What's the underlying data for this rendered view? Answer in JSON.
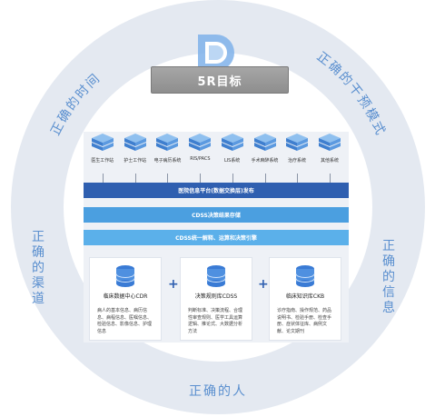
{
  "target": {
    "label": "5R目标",
    "logo_letter": "D"
  },
  "ring": {
    "top_left": "正确的时间",
    "top_right": "正确的干预模式",
    "left": "正确的渠道",
    "right": "正确的信息",
    "bottom": "正确的人"
  },
  "systems": [
    {
      "label": "医生工作站",
      "icon": "server-stack-icon"
    },
    {
      "label": "护士工作站",
      "icon": "server-stack-icon"
    },
    {
      "label": "电子病历系统",
      "icon": "server-stack-icon"
    },
    {
      "label": "RIS/PACS",
      "icon": "server-stack-icon"
    },
    {
      "label": "LIS系统",
      "icon": "server-stack-icon"
    },
    {
      "label": "手术麻醉系统",
      "icon": "server-stack-icon"
    },
    {
      "label": "治疗系统",
      "icon": "server-stack-icon"
    },
    {
      "label": "其他系统",
      "icon": "server-stack-icon"
    }
  ],
  "bands": [
    {
      "label": "医院信息平台(数据交换层)发布"
    },
    {
      "label": "CDSS决策结果存储"
    },
    {
      "label": "CDSS统一解释、运算和决策引擎"
    }
  ],
  "cards": [
    {
      "title": "临床数据中心CDR",
      "desc": "病人的基本信息、病历信息、病程信息、医嘱信息、检验信息、影像信息、护理信息"
    },
    {
      "title": "决策规则库CDSS",
      "desc": "判断标准、决策流程、合理性审查规则、医学工具运算逻辑、推论式、大数据分析方法"
    },
    {
      "title": "临床知识库CKB",
      "desc": "诊疗指南、操作规范、药品说明书、检验手册、检查手册、症状体征库、病例文献、论文期刊"
    }
  ],
  "plus_symbol": "+",
  "colors": {
    "ring": "#e4e9f1",
    "ring_text": "#5a8fcf",
    "band_dark": "#2f5fb0",
    "band_mid": "#4b9fe0",
    "band_light": "#5bb0ea",
    "panel": "#eef1f6",
    "target_box": "#9a9a9a"
  }
}
